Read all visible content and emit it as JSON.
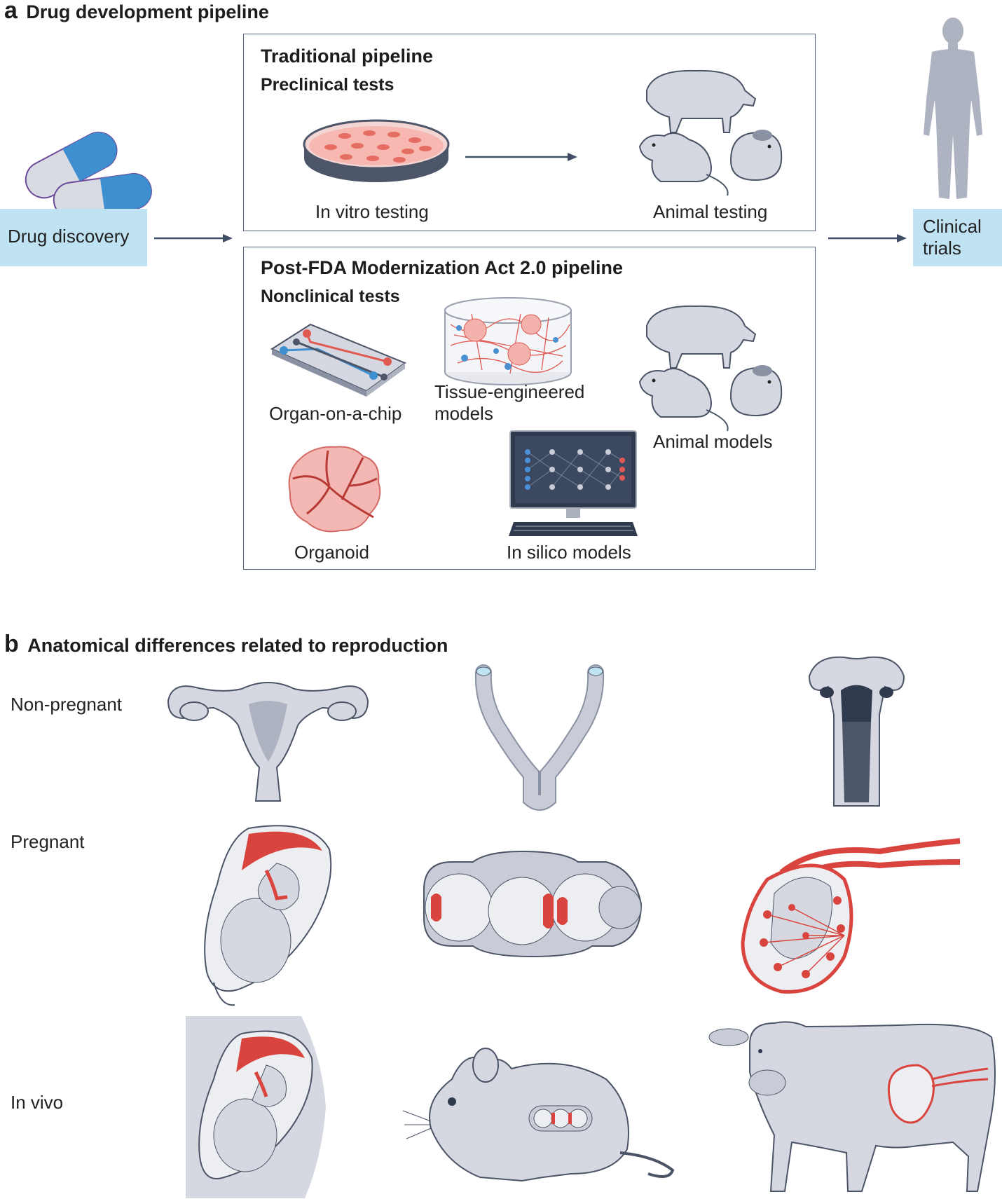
{
  "colors": {
    "box_border": "#53627a",
    "arrow": "#3f4d66",
    "highlight": "#bfe3f3",
    "tissue_red": "#d9453e",
    "organ_grey": "#c9ccd6"
  },
  "panel_a": {
    "letter": "a",
    "title": "Drug development pipeline",
    "drug_discovery": {
      "label": "Drug discovery",
      "icon": "capsule-icon"
    },
    "clinical_trials": {
      "label_line1": "Clinical",
      "label_line2": "trials",
      "icon": "human-silhouette-icon"
    },
    "traditional": {
      "title": "Traditional pipeline",
      "subtitle": "Preclinical tests",
      "in_vitro_label": "In vitro testing",
      "animal_label": "Animal testing"
    },
    "modern": {
      "title": "Post-FDA Modernization Act 2.0 pipeline",
      "subtitle": "Nonclinical tests",
      "organ_chip_label": "Organ-on-a-chip",
      "tissue_label_line1": "Tissue-engineered",
      "tissue_label_line2": "models",
      "animal_label": "Animal models",
      "organoid_label": "Organoid",
      "in_silico_label": "In silico models"
    }
  },
  "panel_b": {
    "letter": "b",
    "title": "Anatomical differences related to reproduction",
    "rows": {
      "non_pregnant": "Non-pregnant",
      "pregnant": "Pregnant",
      "in_vivo": "In vivo"
    }
  }
}
